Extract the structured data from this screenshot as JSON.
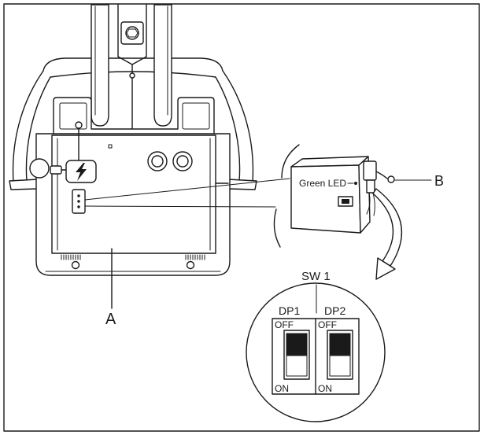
{
  "callouts": {
    "label_a": "A",
    "label_b": "B"
  },
  "led_module": {
    "label": "Green LED"
  },
  "switch_panel": {
    "title": "SW 1",
    "switches": [
      {
        "label": "DP1",
        "off_label": "OFF",
        "on_label": "ON",
        "set_to_off": true
      },
      {
        "label": "DP2",
        "off_label": "OFF",
        "on_label": "ON",
        "set_to_off": true
      }
    ]
  },
  "icons": {
    "power_tag": "lightning-bolt-icon",
    "led": "green-led-icon"
  },
  "colors": {
    "line": "#1a1a1a",
    "paper": "#ffffff",
    "switch_slider": "#1a1a1a"
  }
}
